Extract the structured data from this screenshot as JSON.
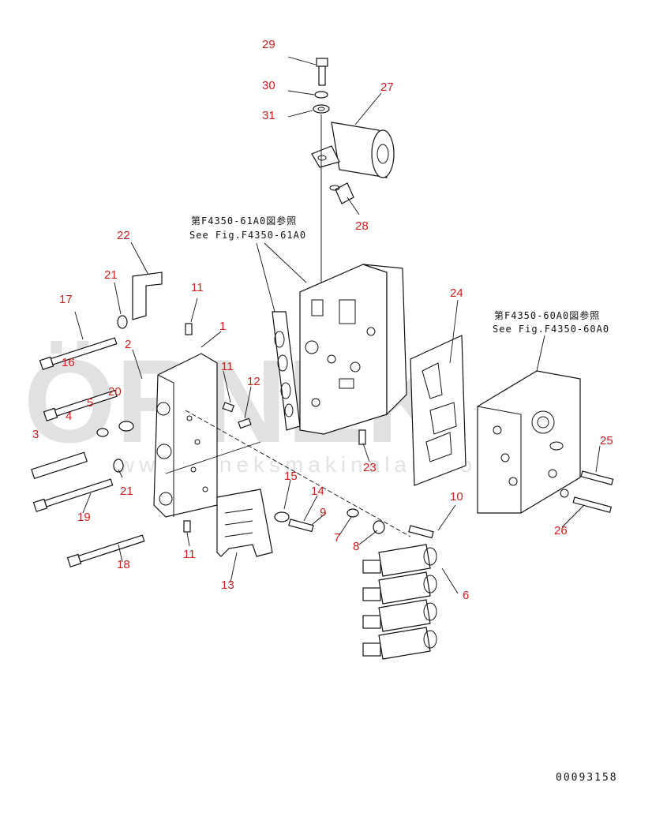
{
  "references": [
    {
      "jp": "第F4350-61A0図参照",
      "en": "See Fig.F4350-61A0"
    },
    {
      "jp": "第F4350-60A0図参照",
      "en": "See Fig.F4350-60A0"
    }
  ],
  "drawing_number": "00093158",
  "watermark": {
    "brand": "ÖRNEK",
    "site": "www.orneksmakinalari.com.tr"
  },
  "callouts": [
    {
      "id": "c29",
      "label": "29"
    },
    {
      "id": "c30",
      "label": "30"
    },
    {
      "id": "c31",
      "label": "31"
    },
    {
      "id": "c27",
      "label": "27"
    },
    {
      "id": "c28",
      "label": "28"
    },
    {
      "id": "c22",
      "label": "22"
    },
    {
      "id": "c21a",
      "label": "21"
    },
    {
      "id": "c17",
      "label": "17"
    },
    {
      "id": "c11a",
      "label": "11"
    },
    {
      "id": "c1",
      "label": "1"
    },
    {
      "id": "c2",
      "label": "2"
    },
    {
      "id": "c16",
      "label": "16"
    },
    {
      "id": "c11b",
      "label": "11"
    },
    {
      "id": "c20",
      "label": "20"
    },
    {
      "id": "c5",
      "label": "5"
    },
    {
      "id": "c12",
      "label": "12"
    },
    {
      "id": "c4",
      "label": "4"
    },
    {
      "id": "c3",
      "label": "3"
    },
    {
      "id": "c21b",
      "label": "21"
    },
    {
      "id": "c19",
      "label": "19"
    },
    {
      "id": "c15",
      "label": "15"
    },
    {
      "id": "c14",
      "label": "14"
    },
    {
      "id": "c9",
      "label": "9"
    },
    {
      "id": "c10",
      "label": "10"
    },
    {
      "id": "c7",
      "label": "7"
    },
    {
      "id": "c8",
      "label": "8"
    },
    {
      "id": "c18",
      "label": "18"
    },
    {
      "id": "c11c",
      "label": "11"
    },
    {
      "id": "c13",
      "label": "13"
    },
    {
      "id": "c6",
      "label": "6"
    },
    {
      "id": "c23",
      "label": "23"
    },
    {
      "id": "c24",
      "label": "24"
    },
    {
      "id": "c25",
      "label": "25"
    },
    {
      "id": "c26",
      "label": "26"
    }
  ]
}
